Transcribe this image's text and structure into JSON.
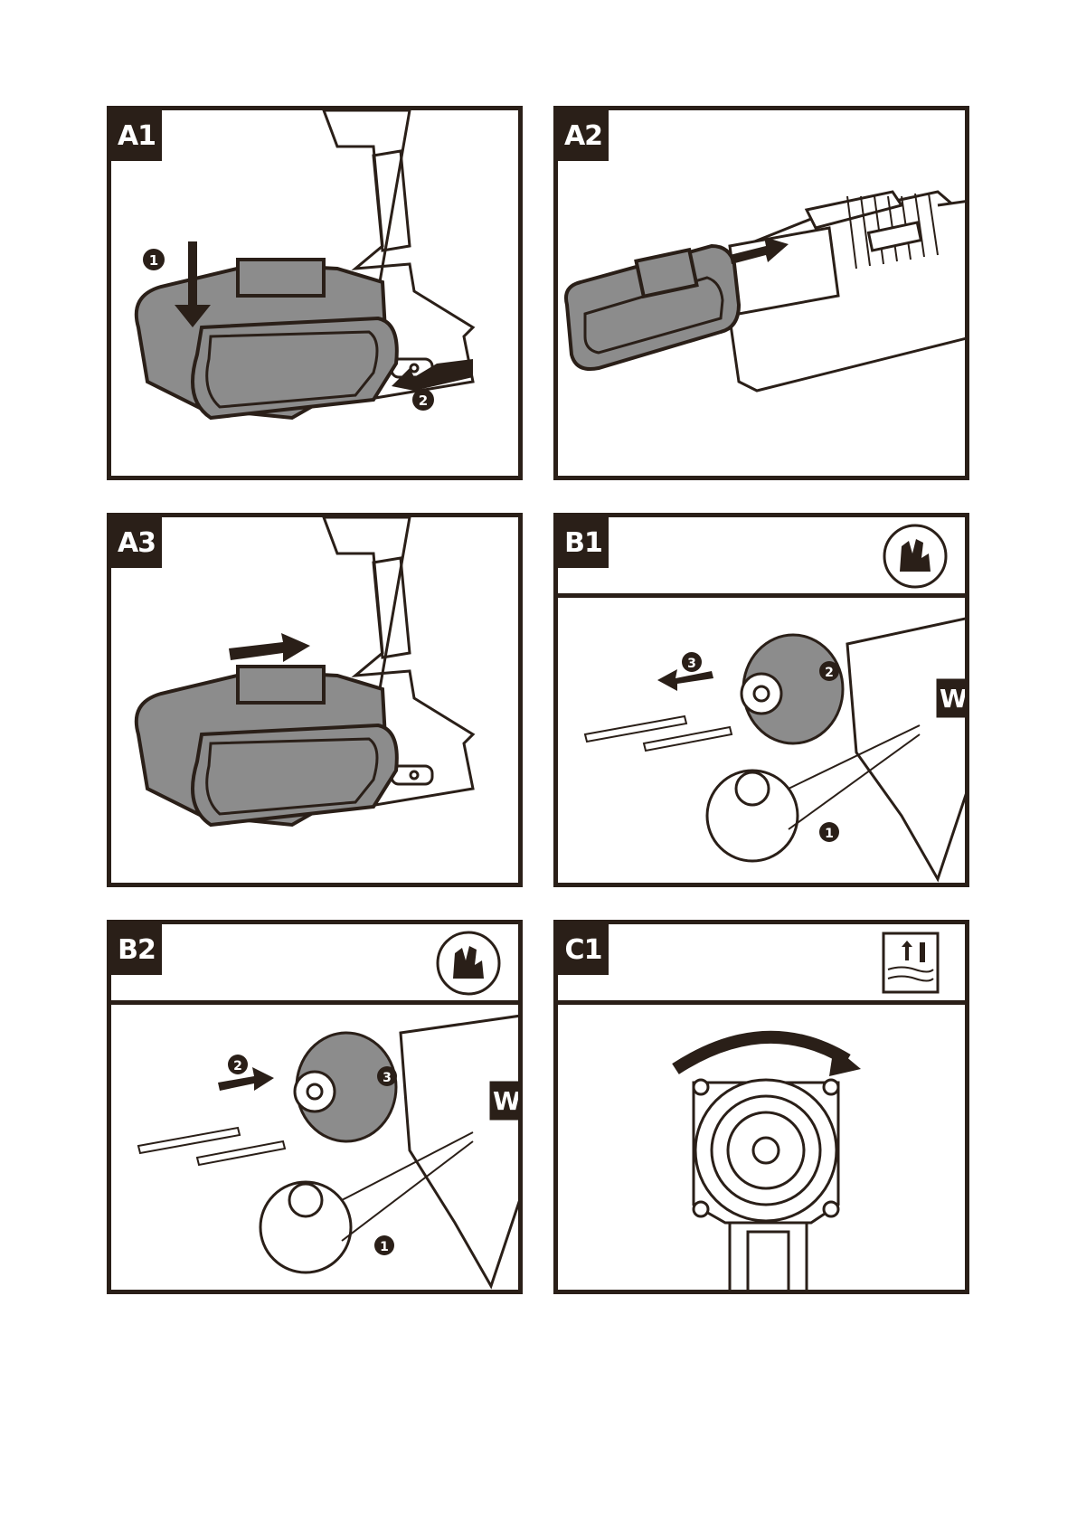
{
  "panels": [
    {
      "id": "A1",
      "steps": [
        "1",
        "2"
      ]
    },
    {
      "id": "A2",
      "steps": []
    },
    {
      "id": "A3",
      "steps": []
    },
    {
      "id": "B1",
      "steps": [
        "1",
        "2",
        "3"
      ],
      "icon": "gloves-icon"
    },
    {
      "id": "B2",
      "steps": [
        "1",
        "2",
        "3"
      ],
      "icon": "gloves-icon"
    },
    {
      "id": "C1",
      "steps": [],
      "icon": "depth-stop-icon"
    }
  ],
  "brand_mark": "WO",
  "colors": {
    "ink": "#2a1f18",
    "fill": "#8c8c8c",
    "paper": "#ffffff"
  }
}
